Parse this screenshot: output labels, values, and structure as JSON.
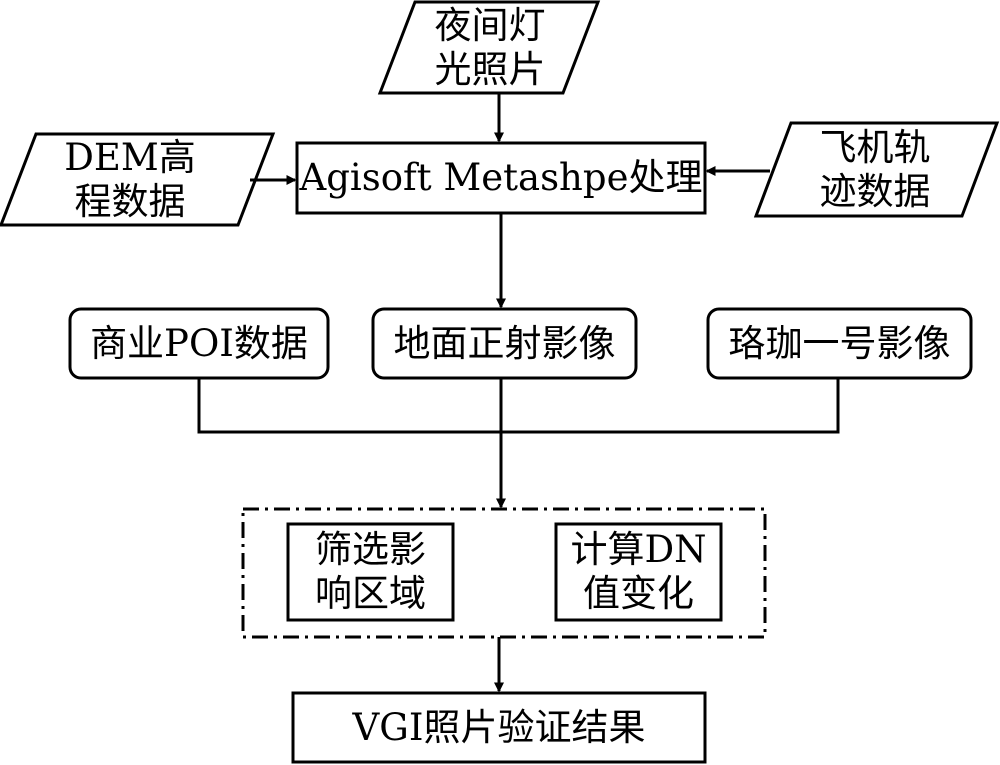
{
  "nodes": {
    "night_photo": "夜间灯\n光照片",
    "dem": "DEM高\n程数据",
    "agisoft": "Agisoft Metashpe处理",
    "trajectory": "飞机轨\n迹数据",
    "poi": "商业POI数据",
    "ortho": "地面正射影像",
    "luojia": "珞珈一号影像",
    "filter": "筛选影\n响区域",
    "dn": "计算DN\n值变化",
    "vgi": "VGI照片验证结果"
  },
  "colors": {
    "stroke": "#000000",
    "background": "#ffffff"
  }
}
